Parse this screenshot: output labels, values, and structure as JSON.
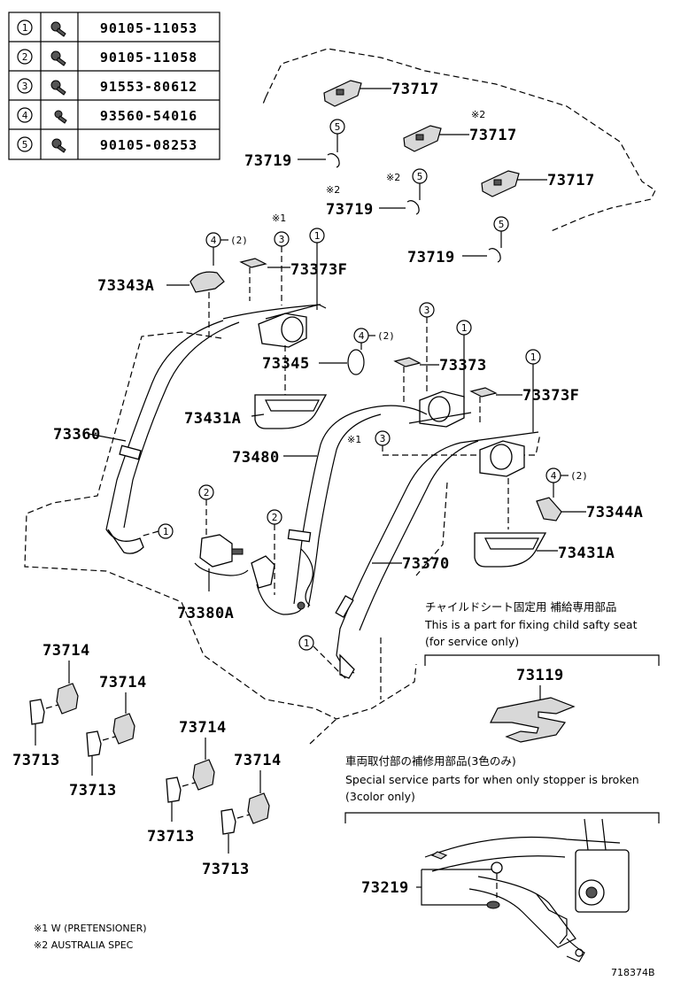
{
  "fastener_table": [
    {
      "ref": "1",
      "part_no": "90105-11053"
    },
    {
      "ref": "2",
      "part_no": "90105-11058"
    },
    {
      "ref": "3",
      "part_no": "91553-80612"
    },
    {
      "ref": "4",
      "part_no": "93560-54016"
    },
    {
      "ref": "5",
      "part_no": "90105-08253"
    }
  ],
  "part_labels": {
    "p73717_a": "73717",
    "p73717_b": "73717",
    "p73717_c": "73717",
    "p73719_a": "73719",
    "p73719_b": "73719",
    "p73719_c": "73719",
    "p73343A": "73343A",
    "p73373F_a": "73373F",
    "p73373F_b": "73373F",
    "p73345": "73345",
    "p73373": "73373",
    "p73431A_a": "73431A",
    "p73431A_b": "73431A",
    "p73360": "73360",
    "p73480": "73480",
    "p73344A": "73344A",
    "p73370": "73370",
    "p73380A": "73380A",
    "p73714_a": "73714",
    "p73714_b": "73714",
    "p73714_c": "73714",
    "p73714_d": "73714",
    "p73713_a": "73713",
    "p73713_b": "73713",
    "p73713_c": "73713",
    "p73713_d": "73713",
    "p73119": "73119",
    "p73219": "73219"
  },
  "callouts": {
    "c1": "1",
    "c2": "2",
    "c3": "3",
    "c4": "4",
    "c5": "5",
    "qty2": "(2)",
    "mark1": "※1",
    "mark2": "※2"
  },
  "notes": {
    "child_seat_jp": "チャイルドシート固定用  補給専用部品",
    "child_seat_en1": "This is a part for fixing child safty seat",
    "child_seat_en2": "(for service only)",
    "stopper_jp": "車両取付部の補修用部品(3色のみ)",
    "stopper_en1": "Special service parts for when only stopper is broken",
    "stopper_en2": "(3color only)"
  },
  "footnotes": {
    "f1": "※1  W (PRETENSIONER)",
    "f2": "※2  AUSTRALIA  SPEC"
  },
  "figure_id": "718374B",
  "icons": {
    "fastener": "bolt-icon",
    "callout": "circled-number-icon"
  }
}
